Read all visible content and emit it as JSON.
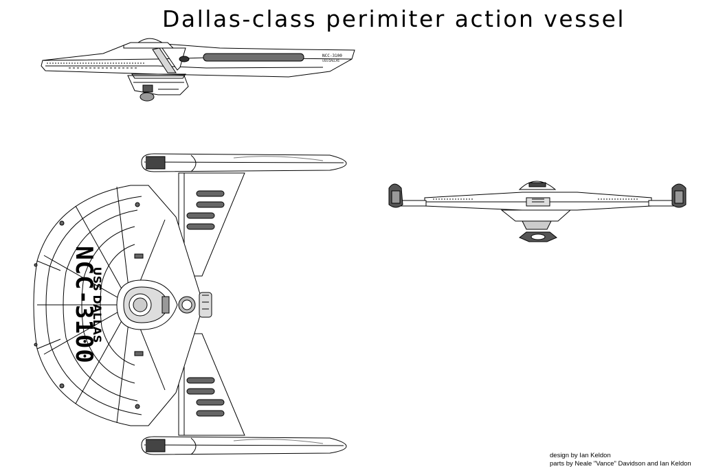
{
  "title": "Dallas-class perimiter action vessel",
  "views": {
    "side": {
      "registry": "NCC-3100",
      "name": "USS DALLAS"
    },
    "top": {
      "name": "USS DALLAS",
      "registry": "NCC-3100"
    }
  },
  "credits": {
    "line1": "design by Ian Keldon",
    "line2": "parts by Neale \"Vance\" Davidson and Ian Keldon"
  },
  "colors": {
    "line": "#000000",
    "hull": "#ffffff",
    "shade": "#6e6e6e",
    "window": "#333333"
  }
}
